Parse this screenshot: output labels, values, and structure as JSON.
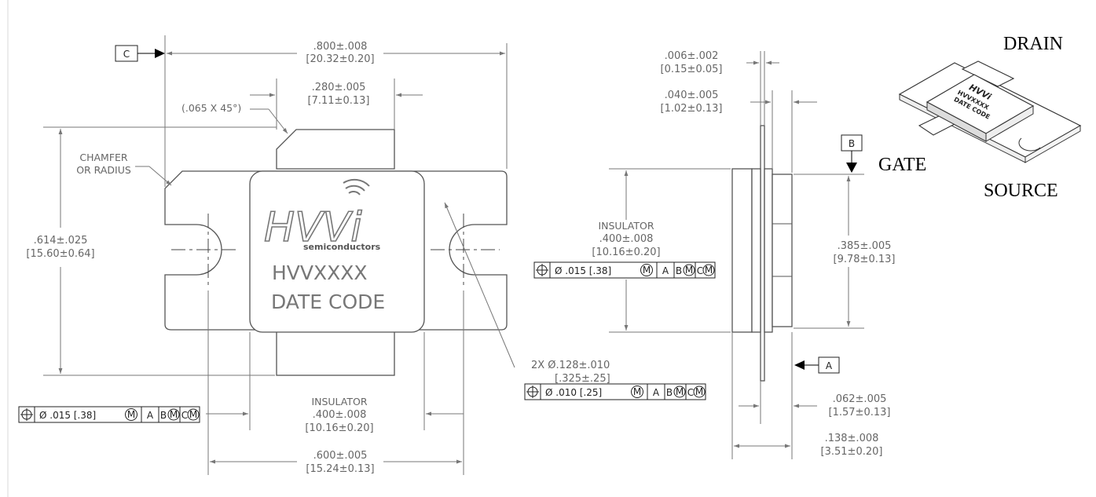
{
  "top_view": {
    "width_in": ".800±.008",
    "width_mm": "[20.32±0.20]",
    "flange_width_in": ".280±.005",
    "flange_width_mm": "[7.11±0.13]",
    "chamfer_spec": "(.065 X 45°)",
    "chamfer_note_line1": "CHAMFER",
    "chamfer_note_line2": "OR RADIUS",
    "height_in": ".614±.025",
    "height_mm": "[15.60±0.64]",
    "hole_spec": "2X Ø.128±.010",
    "hole_spec_mm": "[.325±.25]",
    "insulator_label": "INSULATOR",
    "insulator_in": ".400±.008",
    "insulator_mm": "[10.16±0.20]",
    "hole_spacing_in": ".600±.005",
    "hole_spacing_mm": "[15.24±0.13]",
    "datum_c": "C"
  },
  "package_marking": {
    "brand": "HVVi",
    "brand_sub": "semiconductors",
    "part_number": "HVVXXXX",
    "date_code": "DATE CODE"
  },
  "side_view": {
    "lead_thickness_in": ".006±.002",
    "lead_thickness_mm": "[0.15±0.05]",
    "lid_in": ".040±.005",
    "lid_mm": "[1.02±0.13]",
    "insulator_label": "INSULATOR",
    "insulator_in": ".400±.008",
    "insulator_mm": "[10.16±0.20]",
    "body_height_in": ".385±.005",
    "body_height_mm": "[9.78±0.13]",
    "flange_thickness_in": ".062±.005",
    "flange_thickness_mm": "[1.57±0.13]",
    "total_height_in": ".138±.008",
    "total_height_mm": "[3.51±0.20]",
    "datum_a": "A",
    "datum_b": "B"
  },
  "feature_control_frames": {
    "fcf_left": {
      "tol": "Ø .015 [.38]",
      "mod": "M",
      "datum1": "A",
      "datum2": "B",
      "datum3": "C"
    },
    "fcf_center": {
      "tol": "Ø .015 [.38]",
      "mod": "M",
      "datum1": "A",
      "datum2": "B",
      "datum3": "C"
    },
    "fcf_hole": {
      "tol": "Ø .010 [.25]",
      "mod": "M",
      "datum1": "A",
      "datum2": "B",
      "datum3": "C"
    }
  },
  "pin_labels": {
    "drain": "DRAIN",
    "gate": "GATE",
    "source": "SOURCE"
  },
  "iso_marking": {
    "brand": "HVVi",
    "part_number": "HVVXXXX",
    "date_code": "DATE CODE"
  }
}
